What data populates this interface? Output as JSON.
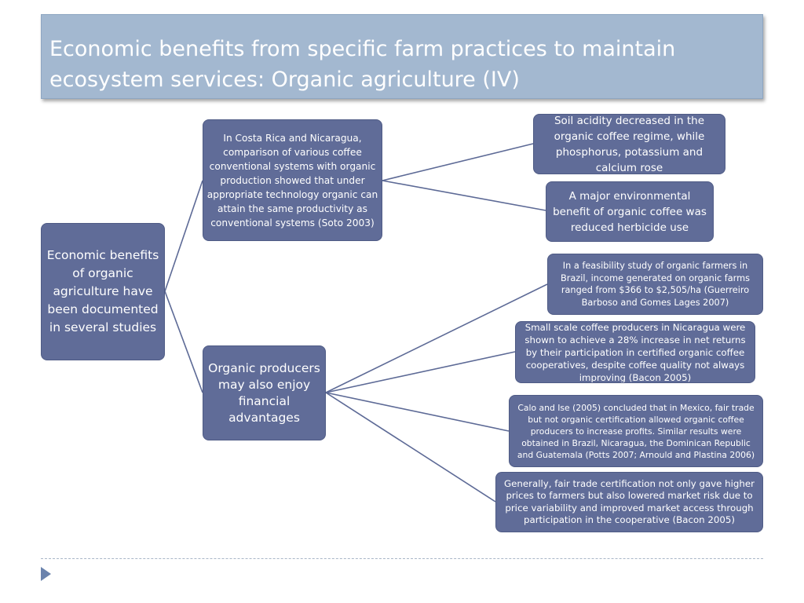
{
  "slide": {
    "title": "Economic benefits from specific farm practices to maintain ecosystem services: Organic agriculture (IV)"
  },
  "diagram": {
    "root": "Economic benefits of organic agriculture have been documented in several studies",
    "branch_productivity": "In Costa Rica and Nicaragua, comparison of various coffee conventional systems with organic production showed that under appropriate technology organic can attain the same productivity as conventional systems (Soto 2003)",
    "branch_financial": "Organic producers may also enjoy financial advantages",
    "leaf_soil": "Soil acidity decreased in the organic coffee regime, while phosphorus, potassium and calcium rose",
    "leaf_herbicide": "A major environmental benefit of organic coffee was reduced herbicide use",
    "leaf_brazil": "In a feasibility study of organic farmers in Brazil, income generated on organic farms ranged from $366 to $2,505/ha (Guerreiro Barboso and Gomes Lages 2007)",
    "leaf_nicaragua": "Small scale coffee producers in Nicaragua were shown to achieve a 28% increase in net returns by their participation in certified organic coffee cooperatives, despite coffee quality not always improving (Bacon 2005)",
    "leaf_mexico": "Calo and Ise (2005) concluded that in Mexico, fair trade but not organic certification allowed organic coffee producers to increase profits. Similar results were obtained in Brazil, Nicaragua, the Dominican Republic and Guatemala (Potts 2007; Arnould and Plastina 2006)",
    "leaf_fairtrade": "Generally, fair trade certification not only gave higher prices to farmers but also lowered market risk due to price variability and improved market access through participation in the cooperative (Bacon 2005)"
  },
  "colors": {
    "node_fill": "#606c98",
    "title_bar": "#a3b8d0",
    "connector": "#5d6a96"
  }
}
